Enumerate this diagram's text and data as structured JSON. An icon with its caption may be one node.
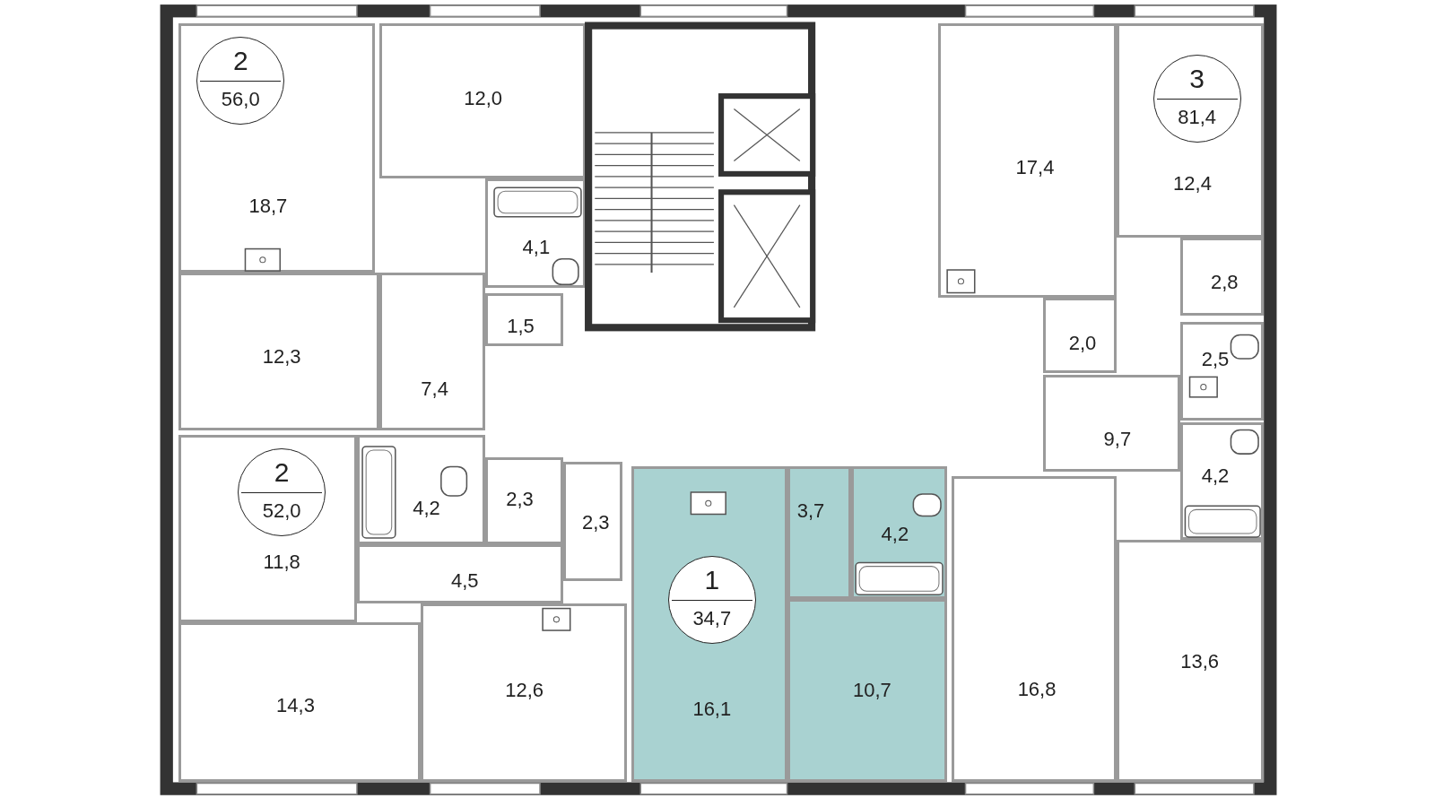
{
  "diagram": {
    "nodes": [
      {
        "text": [
          "18,7"
        ]
      },
      {
        "text": [
          "2",
          "56,0"
        ],
        "in": 0
      },
      {
        "text": [
          "12,0"
        ]
      },
      {
        "text": [
          "17,4"
        ]
      },
      {
        "text": [
          "12,4"
        ]
      },
      {
        "text": [
          "3",
          "81,4"
        ],
        "in": 4
      },
      {
        "text": [
          "4,1"
        ]
      },
      {
        "text": [
          "2,8"
        ]
      },
      {
        "text": [
          "1,5"
        ]
      },
      {
        "text": [
          "12,3"
        ]
      },
      {
        "text": [
          "2,0"
        ]
      },
      {
        "text": [
          "7,4"
        ]
      },
      {
        "text": [
          "2,5"
        ]
      },
      {
        "text": [
          "9,7"
        ]
      },
      {
        "text": [
          "4,2"
        ]
      },
      {
        "text": [
          "11,8"
        ]
      },
      {
        "text": [
          "2",
          "52,0"
        ],
        "in": 15
      },
      {
        "text": [
          "4,2"
        ]
      },
      {
        "text": [
          "2,3"
        ]
      },
      {
        "text": [
          "2,3"
        ]
      },
      {
        "text": [
          "4,5"
        ]
      },
      {
        "text": [],
        "shape": "box"
      },
      {
        "text": [
          "16,1"
        ],
        "in": 21
      },
      {
        "text": [
          "1",
          "34,7"
        ],
        "in": 22
      },
      {
        "text": [
          "3,7"
        ],
        "in": 21
      },
      {
        "text": [
          "4,2"
        ],
        "in": 21
      },
      {
        "text": [
          "10,7"
        ],
        "in": 21
      },
      {
        "text": [
          "16,8"
        ]
      },
      {
        "text": [
          "14,3"
        ]
      },
      {
        "text": [
          "12,6"
        ]
      },
      {
        "text": [
          "13,6"
        ]
      }
    ],
    "edges": []
  }
}
